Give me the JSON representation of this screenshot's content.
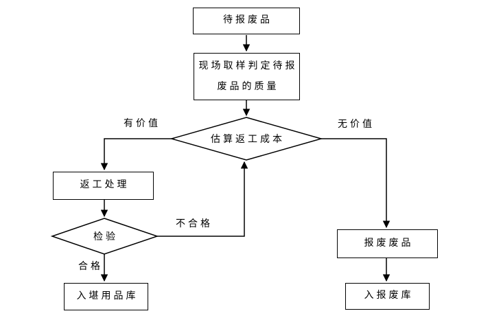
{
  "colors": {
    "line": "#000000",
    "background": "#ffffff",
    "node_fill": "#ffffff",
    "text": "#000000"
  },
  "flowchart": {
    "nodes": {
      "awaiting_scrap": {
        "type": "process",
        "label": "待报废品"
      },
      "onsite_sampling": {
        "type": "process",
        "label": "现场取样判定待报废品的质量",
        "lines": [
          "现场取样判定待报",
          "废品的质量"
        ]
      },
      "estimate_rework_cost": {
        "type": "decision",
        "label": "估算返工成本"
      },
      "rework_handling": {
        "type": "process",
        "label": "返工处理"
      },
      "inspection": {
        "type": "decision",
        "label": "检验"
      },
      "usable_items_store": {
        "type": "process",
        "label": "入堪用品库"
      },
      "scrap_items": {
        "type": "process",
        "label": "报废废品"
      },
      "scrap_store": {
        "type": "process",
        "label": "入报废库"
      }
    },
    "edges": [
      {
        "from": "awaiting_scrap",
        "to": "onsite_sampling",
        "label": ""
      },
      {
        "from": "onsite_sampling",
        "to": "estimate_rework_cost",
        "label": ""
      },
      {
        "from": "estimate_rework_cost",
        "to": "rework_handling",
        "label": "有价值"
      },
      {
        "from": "rework_handling",
        "to": "inspection",
        "label": ""
      },
      {
        "from": "inspection",
        "to": "usable_items_store",
        "label": "合格"
      },
      {
        "from": "inspection",
        "to": "estimate_rework_cost",
        "label": "不合格"
      },
      {
        "from": "estimate_rework_cost",
        "to": "scrap_items",
        "label": "无价值"
      },
      {
        "from": "scrap_items",
        "to": "scrap_store",
        "label": ""
      }
    ]
  }
}
